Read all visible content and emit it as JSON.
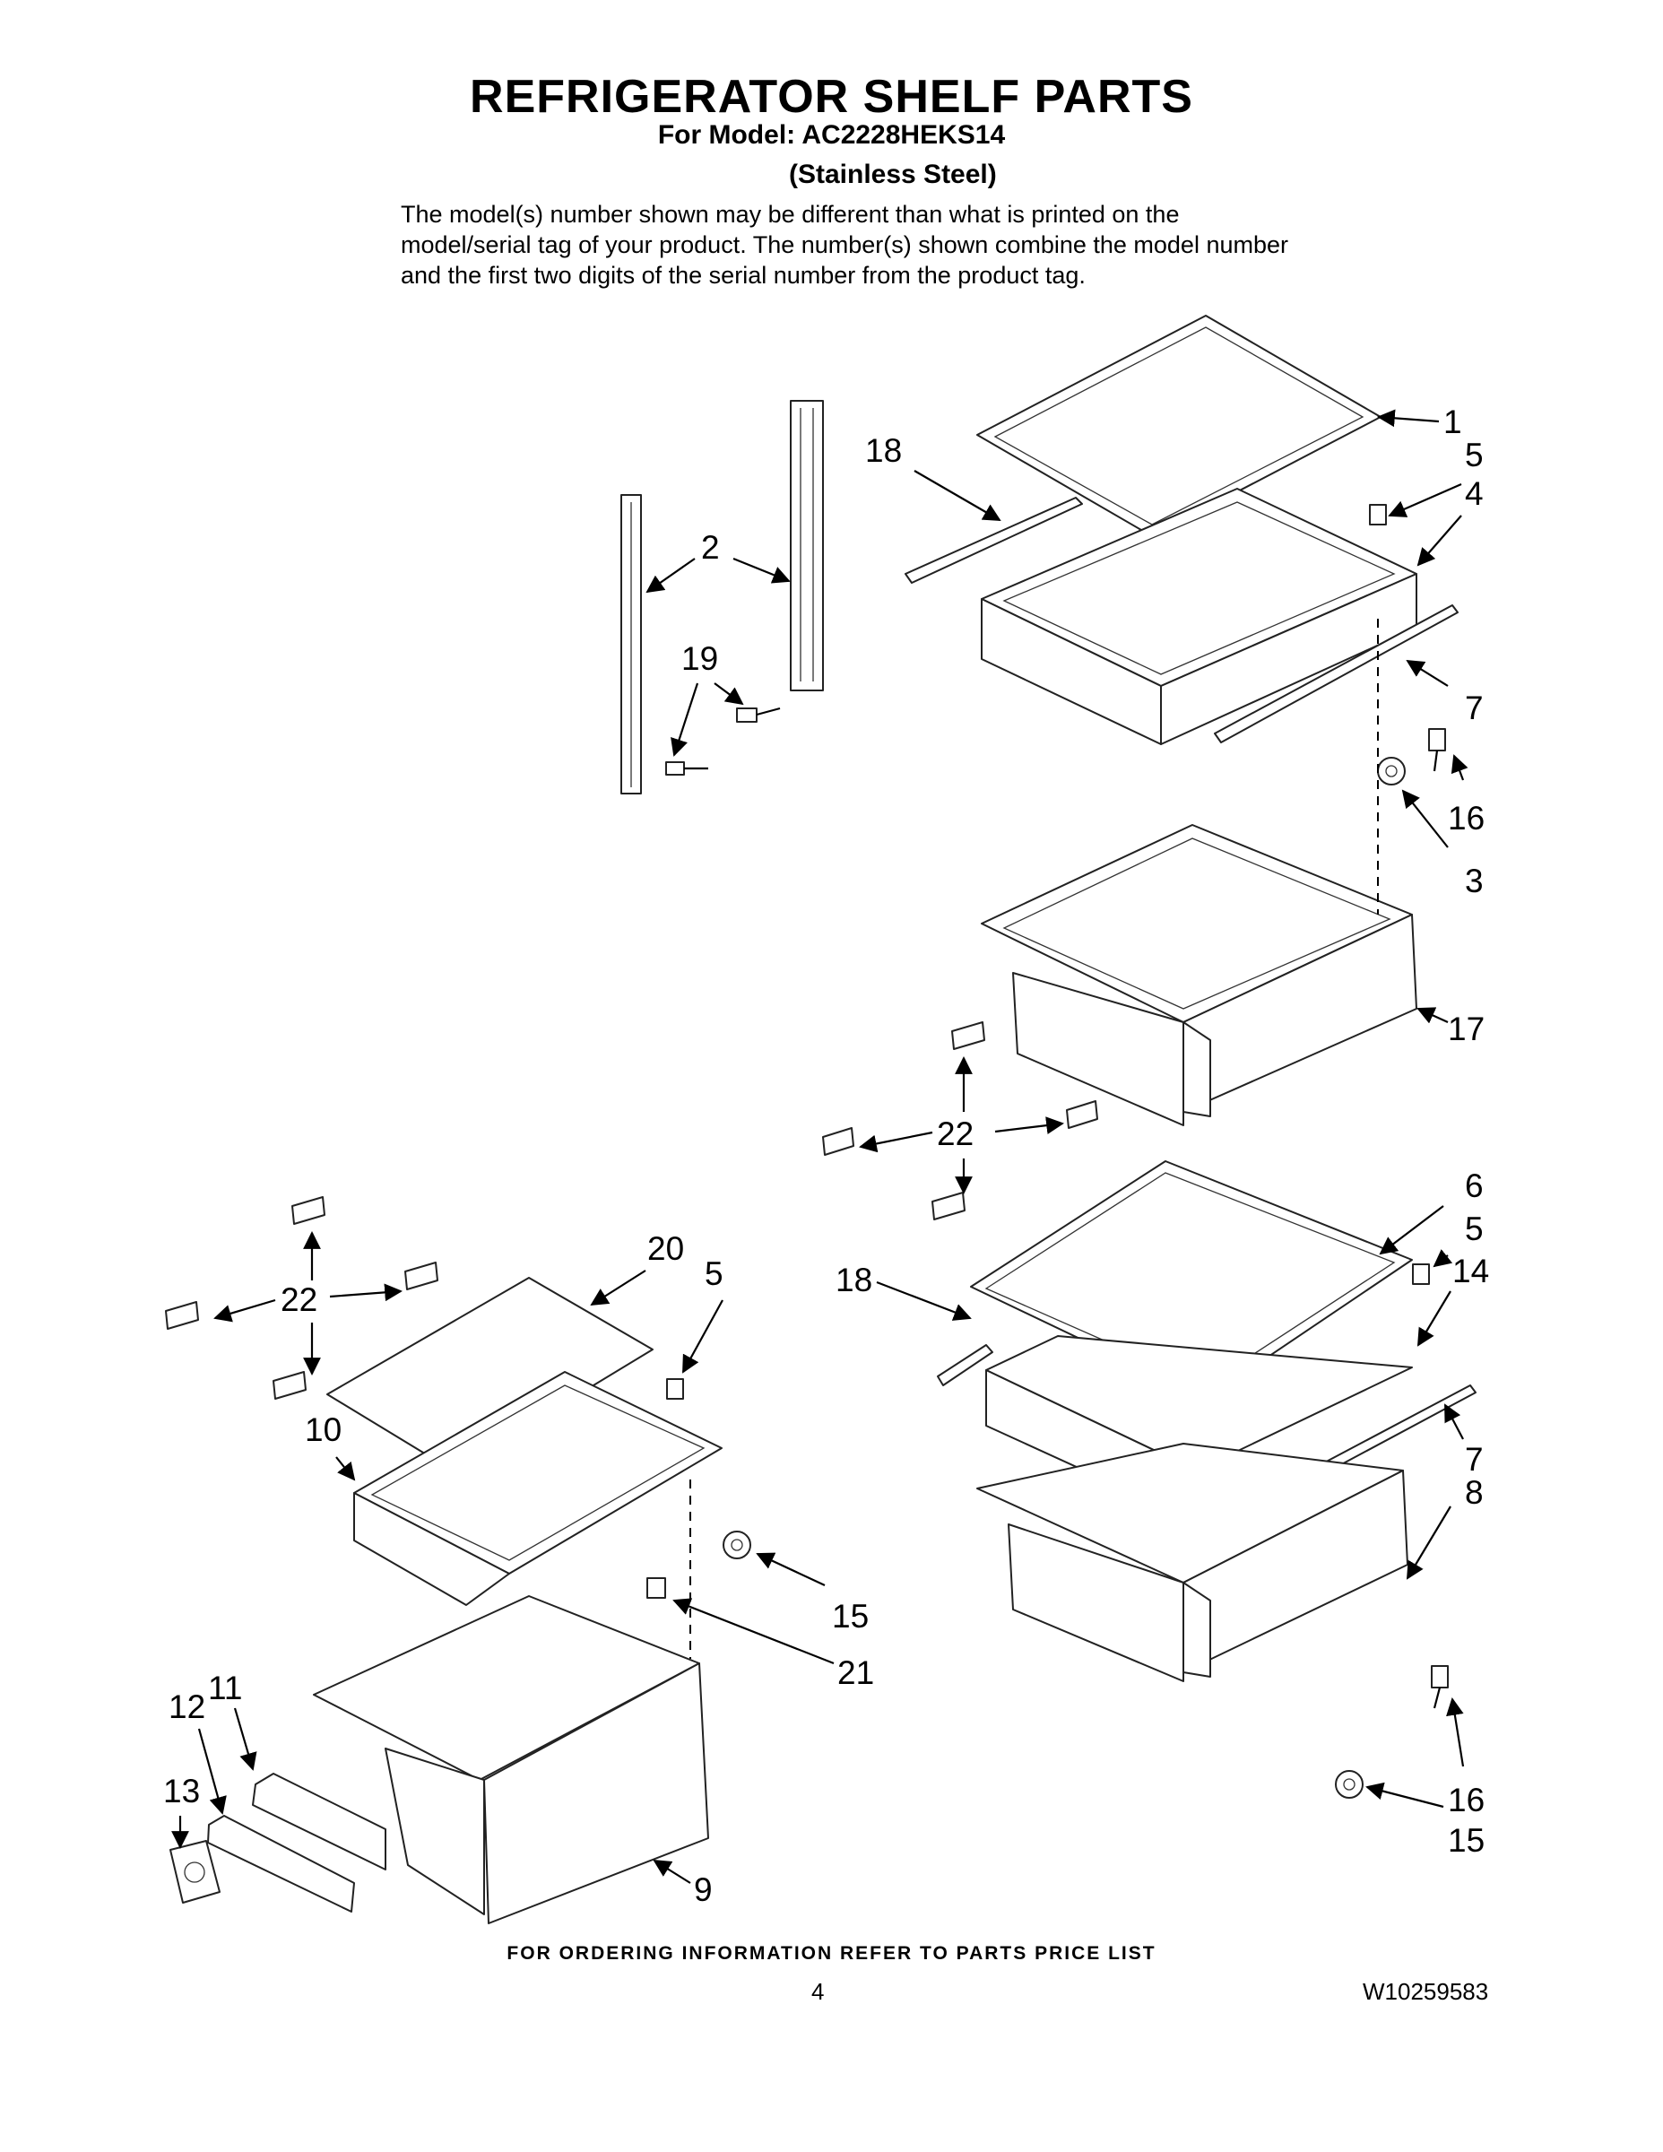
{
  "header": {
    "title": "REFRIGERATOR SHELF PARTS",
    "model_line": "For Model: AC2228HEKS14",
    "color_line": "(Stainless Steel)",
    "note": "The model(s) number shown may be different than what is printed on the model/serial tag of your product. The number(s) shown combine the model number and the first two digits of the serial number from the product tag."
  },
  "callouts": {
    "c1": "1",
    "c5a": "5",
    "c4": "4",
    "c18a": "18",
    "c2": "2",
    "c19": "19",
    "c7a": "7",
    "c16a": "16",
    "c3": "3",
    "c17": "17",
    "c22a": "22",
    "c6": "6",
    "c5b": "5",
    "c14": "14",
    "c18b": "18",
    "c7b": "7",
    "c8": "8",
    "c20": "20",
    "c5c": "5",
    "c22b": "22",
    "c10": "10",
    "c15a": "15",
    "c21": "21",
    "c11": "11",
    "c12": "12",
    "c13": "13",
    "c9": "9",
    "c16b": "16",
    "c15b": "15"
  },
  "footer": {
    "ordering": "FOR ORDERING INFORMATION REFER TO PARTS PRICE LIST",
    "page": "4",
    "doc_number": "W10259583"
  }
}
